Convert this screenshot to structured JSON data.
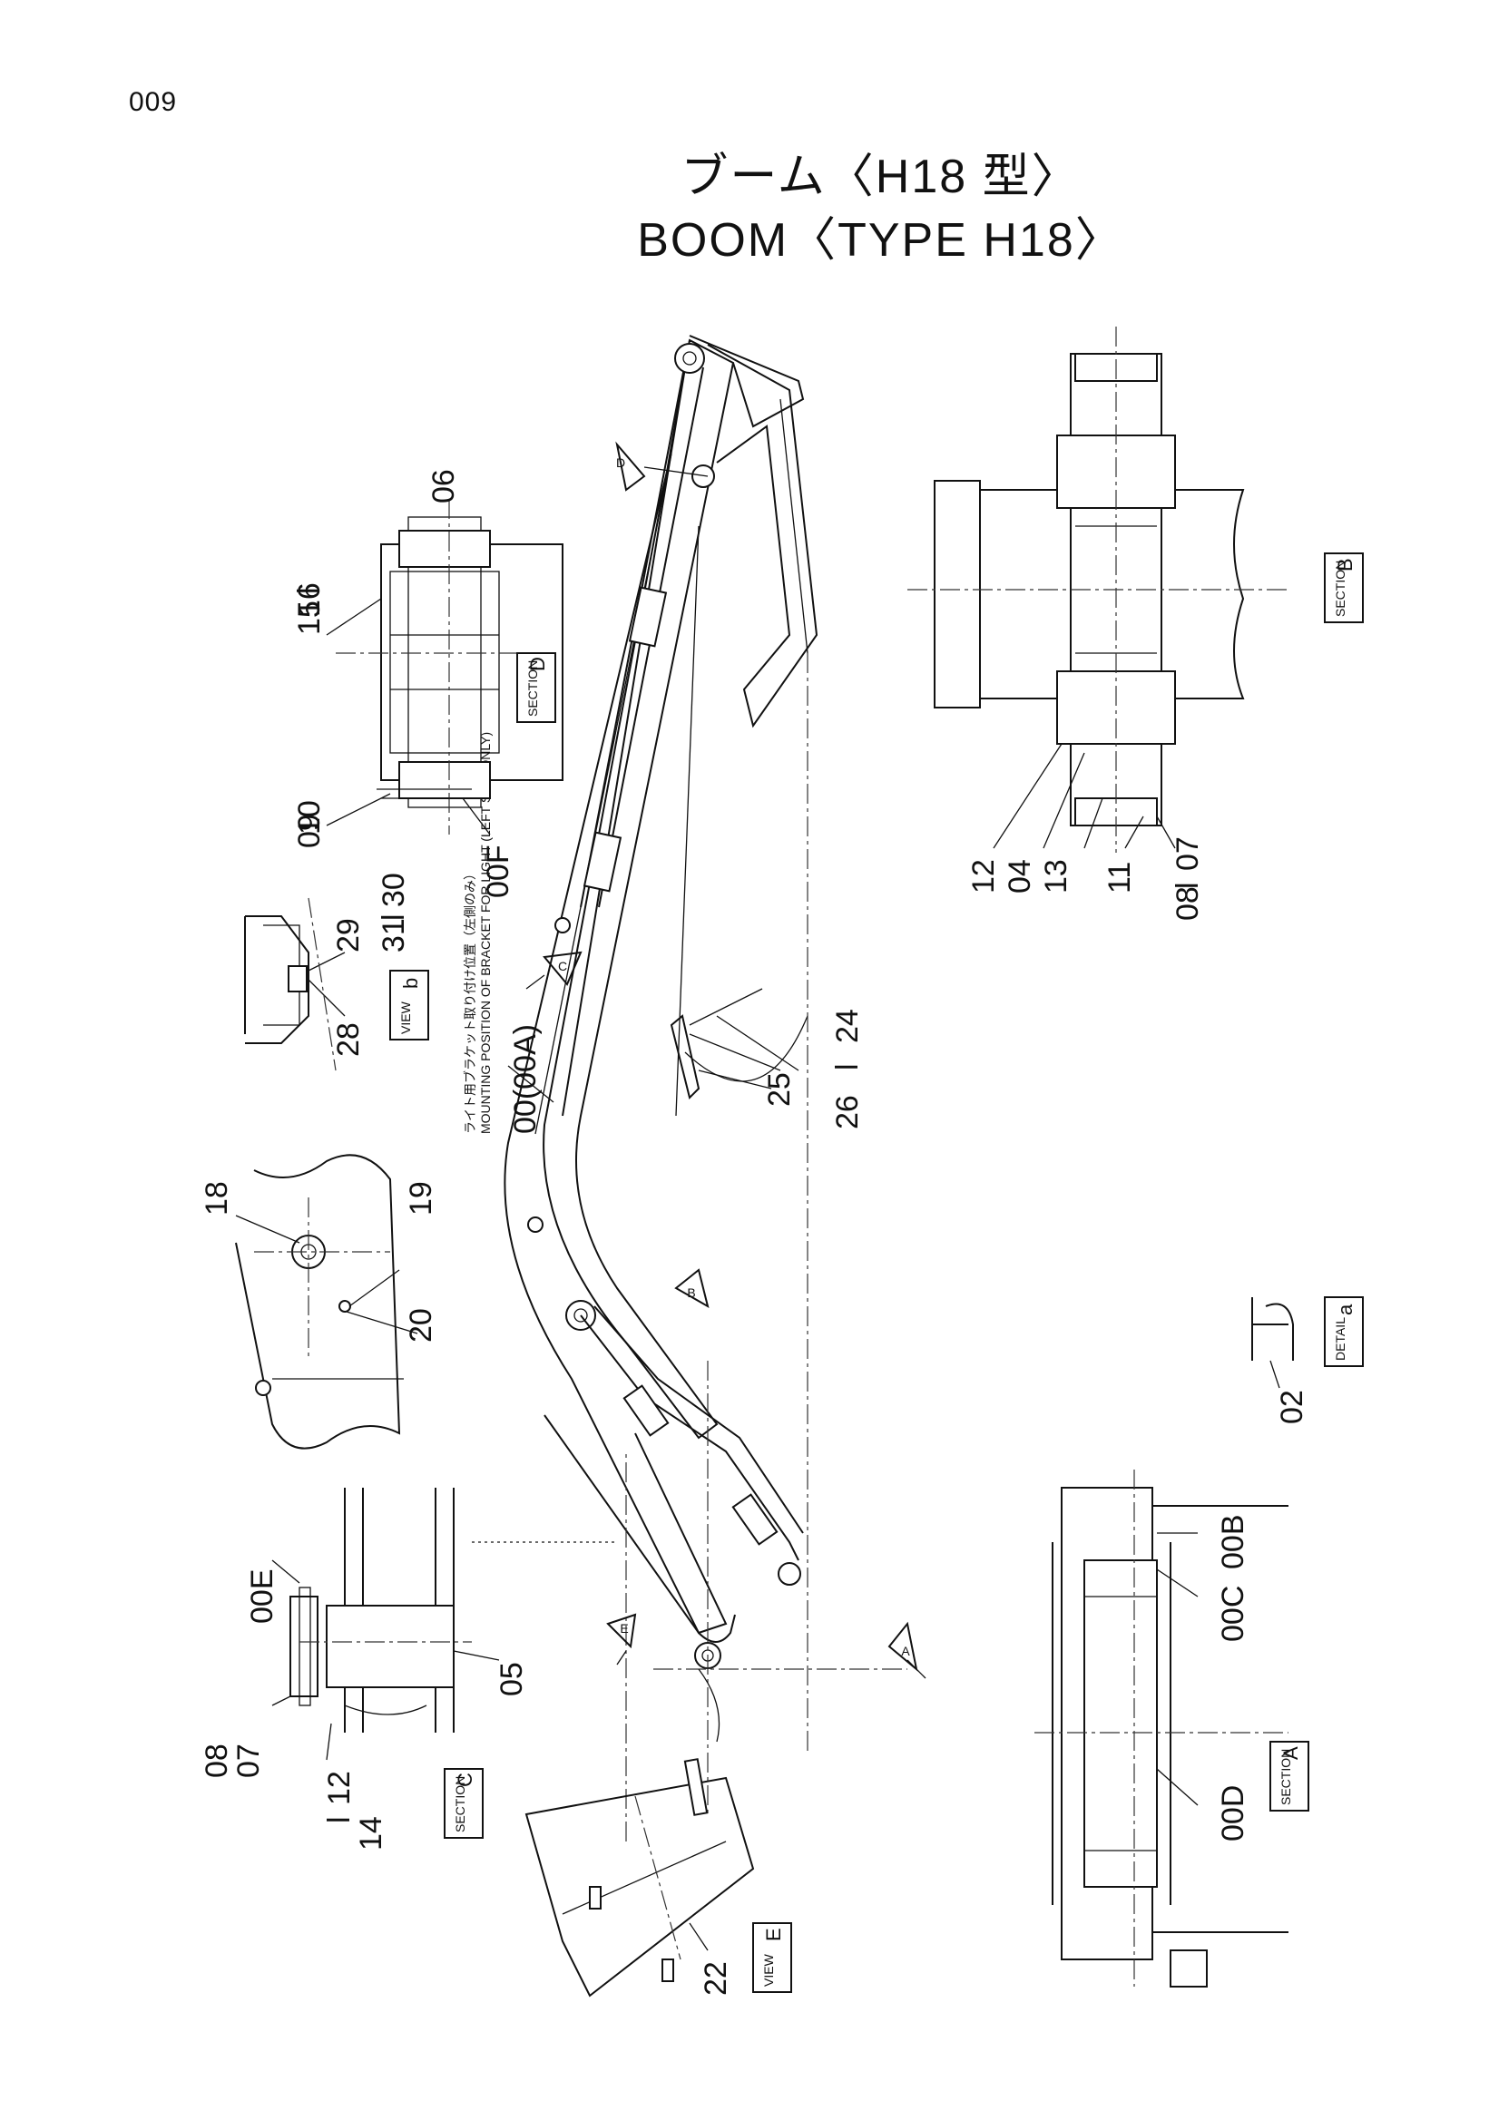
{
  "page": {
    "number": "009"
  },
  "title": {
    "ja": "ブーム〈H18 型〉",
    "en": "BOOM〈TYPE  H18〉"
  },
  "part_labels": {
    "l06": "06",
    "l15": "15",
    "l16": "16",
    "l09": "09",
    "l10": "10",
    "l00F": "00F",
    "l29": "29",
    "l30": "30",
    "l31": "31",
    "l28": "28",
    "l00": "00(00A)",
    "l18": "18",
    "l19": "19",
    "l20": "20",
    "l00E": "00E",
    "l05": "05",
    "l08a": "08",
    "l07a": "07",
    "l12a": "12",
    "l14": "14",
    "l22": "22",
    "l24": "24",
    "l26": "26",
    "l25": "25",
    "l12b": "12",
    "l04": "04",
    "l13": "13",
    "l11": "11",
    "l07b": "07",
    "l08b": "08",
    "l02": "02",
    "l00B": "00B",
    "l00C": "00C",
    "l00D": "00D"
  },
  "view_markers": [
    "D",
    "C",
    "B",
    "A",
    "E"
  ],
  "section_tags": [
    {
      "id": "section-d",
      "kind": "SECTION",
      "letter": "D"
    },
    {
      "id": "view-b",
      "kind": "VIEW",
      "letter": "b"
    },
    {
      "id": "section-b",
      "kind": "SECTION",
      "letter": "B"
    },
    {
      "id": "detail-a",
      "kind": "DETAIL",
      "letter": "a"
    },
    {
      "id": "section-c",
      "kind": "SECTION",
      "letter": "C"
    },
    {
      "id": "section-a",
      "kind": "SECTION",
      "letter": "A"
    },
    {
      "id": "view-e",
      "kind": "VIEW",
      "letter": "E"
    }
  ],
  "note": {
    "ja": "ライト用ブラケット取り付け位置（左側のみ）",
    "en": "MOUNTING POSITION OF BRACKET FOR LIGHT (LEFT SIDE ONLY)"
  }
}
